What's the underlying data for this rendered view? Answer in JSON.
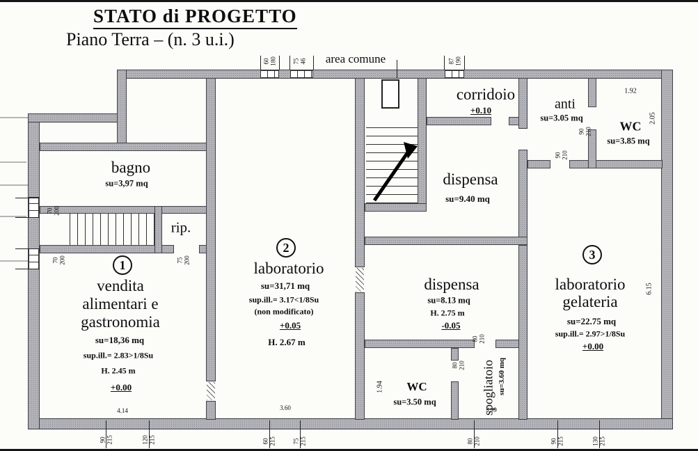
{
  "header": {
    "title": "STATO di PROGETTO",
    "subtitle": "Piano Terra – (n. 3 u.i.)"
  },
  "rooms": {
    "area_comune": {
      "name": "area comune"
    },
    "corridoio": {
      "name": "corridoio",
      "quota": "+0.10"
    },
    "anti": {
      "name": "anti",
      "su": "su=3.05 mq"
    },
    "wc_nord": {
      "name": "WC",
      "su": "su=3.85 mq"
    },
    "bagno": {
      "name": "bagno",
      "su": "su=3,97 mq"
    },
    "rip": {
      "name": "rip."
    },
    "vendita": {
      "number": "1",
      "name_line1": "vendita",
      "name_line2": "alimentari e",
      "name_line3": "gastronomia",
      "su": "su=18,36 mq",
      "sup_ill": "sup.ill.= 2.83>1/8Su",
      "h": "H. 2.45 m",
      "quota": "+0.00"
    },
    "laboratorio": {
      "number": "2",
      "name": "laboratorio",
      "su": "su=31,71 mq",
      "sup_ill": "sup.ill.= 3.17<1/8Su",
      "note": "(non modificato)",
      "quota": "+0.05",
      "h": "H. 2.67 m"
    },
    "dispensa_nord": {
      "name": "dispensa",
      "su": "su=9.40 mq"
    },
    "dispensa_sud": {
      "name": "dispensa",
      "su": "su=8.13 mq",
      "h": "H. 2.75 m",
      "quota": "-0.05"
    },
    "gelateria": {
      "number": "3",
      "name_line1": "laboratorio",
      "name_line2": "gelateria",
      "su": "su=22.75 mq",
      "sup_ill": "sup.ill.= 2.97>1/8Su",
      "quota": "+0.00"
    },
    "wc_sud": {
      "name": "WC",
      "su": "su=3.50 mq"
    },
    "spogliatoio": {
      "name": "spogliatoio",
      "su": "su=3.60 mq"
    }
  },
  "openings": {
    "top_1": {
      "w": "60",
      "h": "180"
    },
    "top_2": {
      "w": "75",
      "h": "46"
    },
    "top_3": {
      "w": "87",
      "h": "190"
    },
    "anti_wc": {
      "w": "90",
      "h": "210"
    },
    "anti": {
      "w": "90",
      "h": "210"
    },
    "left_1": {
      "w": "70",
      "h": "200"
    },
    "left_2": {
      "w": "70",
      "h": "200"
    },
    "rip": {
      "w": "75",
      "h": "200"
    },
    "dispensa": {
      "w": "80",
      "h": "210"
    },
    "spogliatoio": {
      "w": "80",
      "h": "210"
    },
    "bottom_1": {
      "w": "90",
      "h": "215"
    },
    "bottom_2": {
      "w": "120",
      "h": "215"
    },
    "bottom_3": {
      "w": "60",
      "h": "215"
    },
    "bottom_4": {
      "w": "75",
      "h": "215"
    },
    "bottom_5": {
      "w": "80",
      "h": "210"
    },
    "bottom_6": {
      "w": "90",
      "h": "215"
    },
    "bottom_7": {
      "w": "130",
      "h": "215"
    }
  },
  "measures": {
    "wc_nord_width": "1.92",
    "wc_nord_depth": "2.05",
    "gelateria_depth": "6.15",
    "vendita_width": "4.14",
    "laboratorio_width": "3.60",
    "wc_sud_depth": "1.94",
    "spogliatoio_width": "3.99"
  }
}
